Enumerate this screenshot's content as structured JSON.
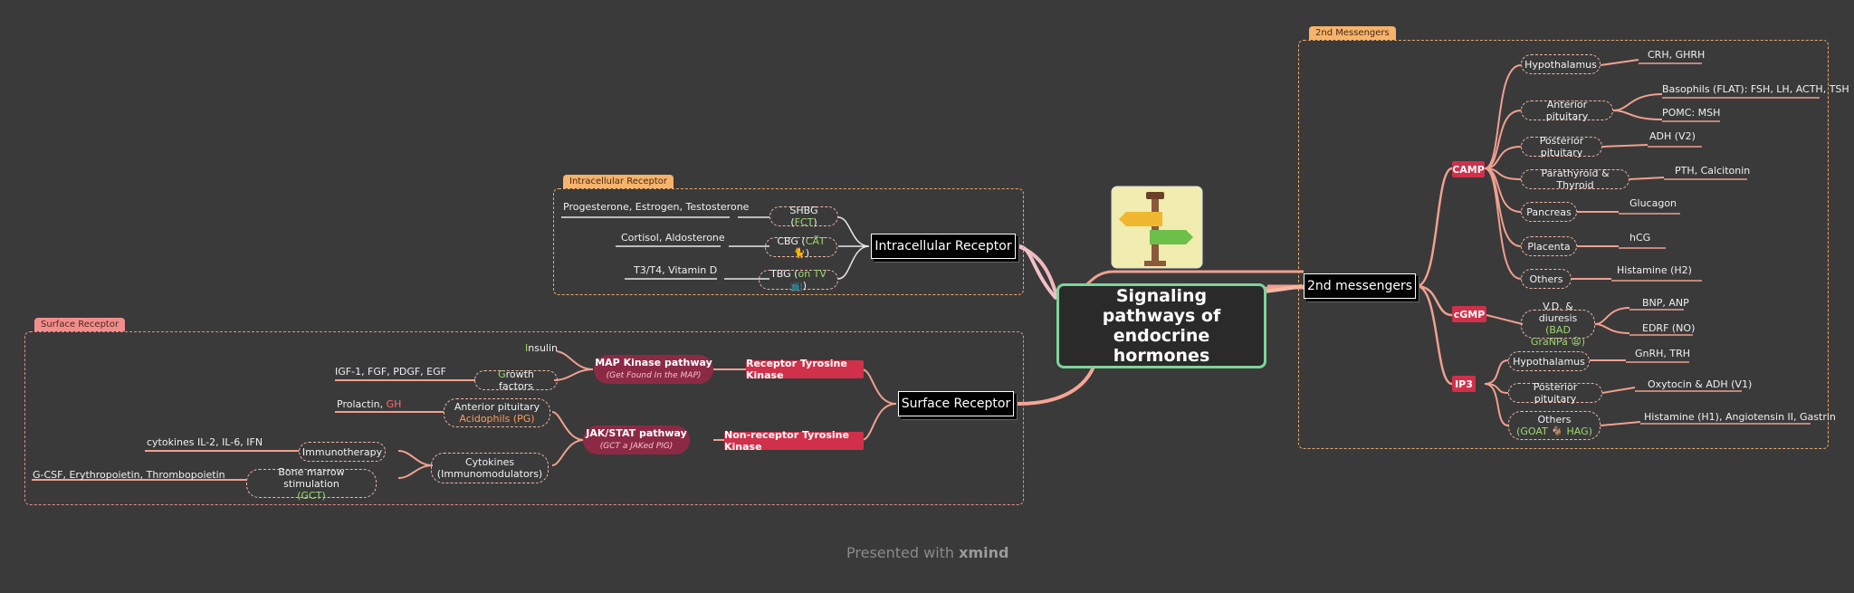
{
  "central": {
    "title": "Signaling pathways of endocrine hormones"
  },
  "footer": {
    "presented": "Presented with",
    "brand": "xmind"
  },
  "intracellular": {
    "frame_label": "Intracellular Receptor",
    "node": "Intracellular Receptor",
    "carriers": [
      {
        "pill": "SHBG (",
        "pill_hl": "FCT",
        "pill_end": ")",
        "leaf": "Progesterone, Estrogen, Testosterone"
      },
      {
        "pill": "CBG (",
        "pill_hl": "CǺT 🐈",
        "pill_end": ")",
        "leaf": "Cortisol, Aldosterone"
      },
      {
        "pill": "TBG (",
        "pill_hl": "on TV 📺",
        "pill_end": ")",
        "leaf": "T3/T4, Vitamin D"
      }
    ]
  },
  "surface": {
    "frame_label": "Surface Receptor",
    "node": "Surface Receptor",
    "rtk": "Receptor Tyrosine Kinase",
    "nrtk": "Non-receptor Tyrosine Kinase",
    "map": {
      "title": "MAP Kinase pathway",
      "sub": "(Get Found In the MAP)"
    },
    "jak": {
      "title": "JAK/STAT pathway",
      "sub": "(GCT a JAKed PIG)"
    },
    "insulin": {
      "hl": "I",
      "rest": "nsulin"
    },
    "growth": {
      "hl": "G",
      "rest": "rowth factors",
      "leaf": "IGF-1, FGF, PDGF, EGF"
    },
    "anterior": {
      "line1": "Anterior pituitary",
      "line2": "Acidophils (PG)",
      "leaf_a": "Prolactin, ",
      "leaf_hl": "GH"
    },
    "cytokines": {
      "title": "Cytokines (Immunomodulators)"
    },
    "immuno": {
      "title": "Immunotherapy",
      "leaf": "cytokines IL-2, IL-6, IFN"
    },
    "bone": {
      "line1": "Bone marrow stimulation",
      "line2": "(GCT)",
      "leaf": "G-CSF, Erythropoietin, Thrombopoietin"
    }
  },
  "second": {
    "frame_label": "2nd Messengers",
    "node": "2nd messengers",
    "camp": "CAMP",
    "cgmp": "cGMP",
    "ip3": "IP3",
    "camp_items": [
      {
        "pill": "Hypothalamus",
        "leaves": [
          {
            "t": "CRH, GHRH"
          }
        ]
      },
      {
        "pill": "Anterior pituitary",
        "leaves": [
          {
            "t": "Basophils (FLAT): FSH, LH, ACTH, TSH",
            "hl": true
          },
          {
            "t": "POMC: MSH"
          }
        ]
      },
      {
        "pill": "Posterior pituitary",
        "leaves": [
          {
            "t": "ADH (V2)"
          }
        ]
      },
      {
        "pill": "Parathyroid & Thyroid",
        "leaves": [
          {
            "t": "PTH, Calcitonin"
          }
        ]
      },
      {
        "pill": "Pancreas",
        "leaves": [
          {
            "t": "Glucagon"
          }
        ]
      },
      {
        "pill": "Placenta",
        "leaves": [
          {
            "t": "hCG"
          }
        ]
      },
      {
        "pill": "Others",
        "leaves": [
          {
            "t": "Histamine (H2)"
          }
        ]
      }
    ],
    "cgmp_item": {
      "line1": "V.D. & diuresis",
      "line2": "(BAD GraNPa 😫)",
      "leaves": [
        "BNP, ANP",
        "EDRF (NO)"
      ]
    },
    "ip3_items": [
      {
        "pill": "Hypothalamus",
        "leaf": "GnRH, TRH"
      },
      {
        "pill": "Posterior pituitary",
        "leaf": "Oxytocin & ADH (V1)"
      },
      {
        "line1": "Others",
        "line2": "(GOAT 🐐 HAG)",
        "leaf": "Histamine (H1), Angiotensin II, Gastrin"
      }
    ]
  },
  "colors": {
    "bg": "#3a3a3a",
    "central_border": "#7ed39a",
    "red_tag": "#d0304a",
    "branch": "#f0a090",
    "frame_orange": "#e8a868"
  }
}
